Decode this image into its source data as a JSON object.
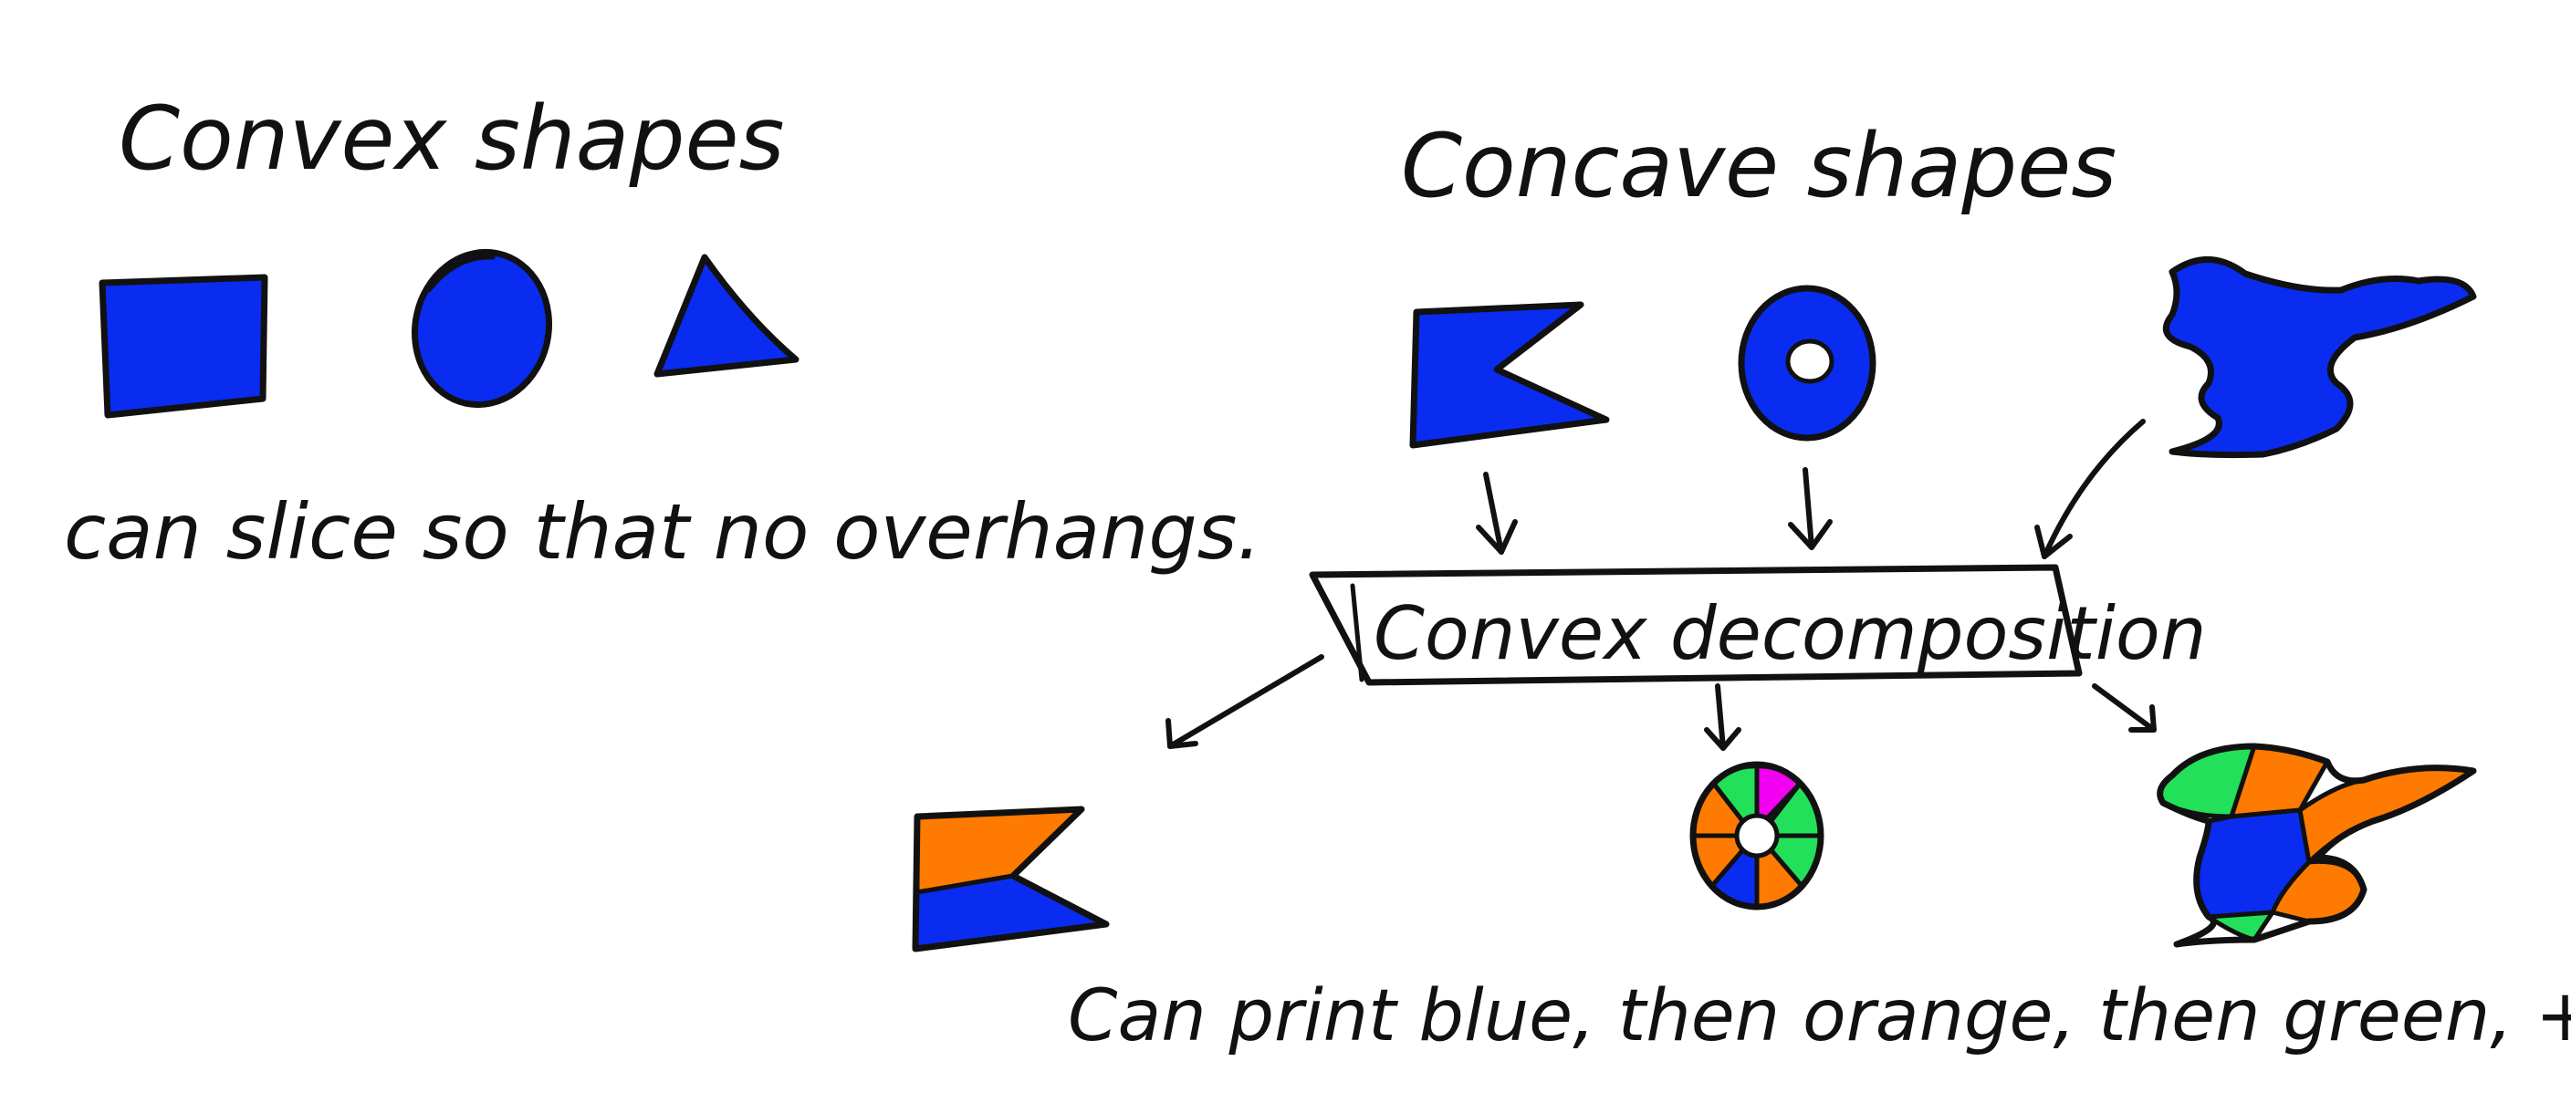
{
  "labels": {
    "convex_title": "Convex shapes",
    "concave_title": "Concave shapes",
    "convex_caption": "can slice so that no overhangs.",
    "decomp_box": "Convex decomposition",
    "print_caption": "Can print blue, then orange, then green, + finally Pink"
  },
  "colors": {
    "blue": "#0a2cf0",
    "orange": "#ff7a00",
    "green": "#22e05a",
    "pink": "#f200f2",
    "ink": "#111111",
    "background": "#ffffff"
  },
  "icons": {
    "convex_shapes": [
      "square-icon",
      "circle-icon",
      "triangle-icon"
    ],
    "concave_shapes": [
      "flag-icon",
      "ring-icon",
      "blob-icon"
    ],
    "decomposed_shapes": [
      "flag-decomposed-icon",
      "ring-decomposed-icon",
      "blob-decomposed-icon"
    ]
  }
}
